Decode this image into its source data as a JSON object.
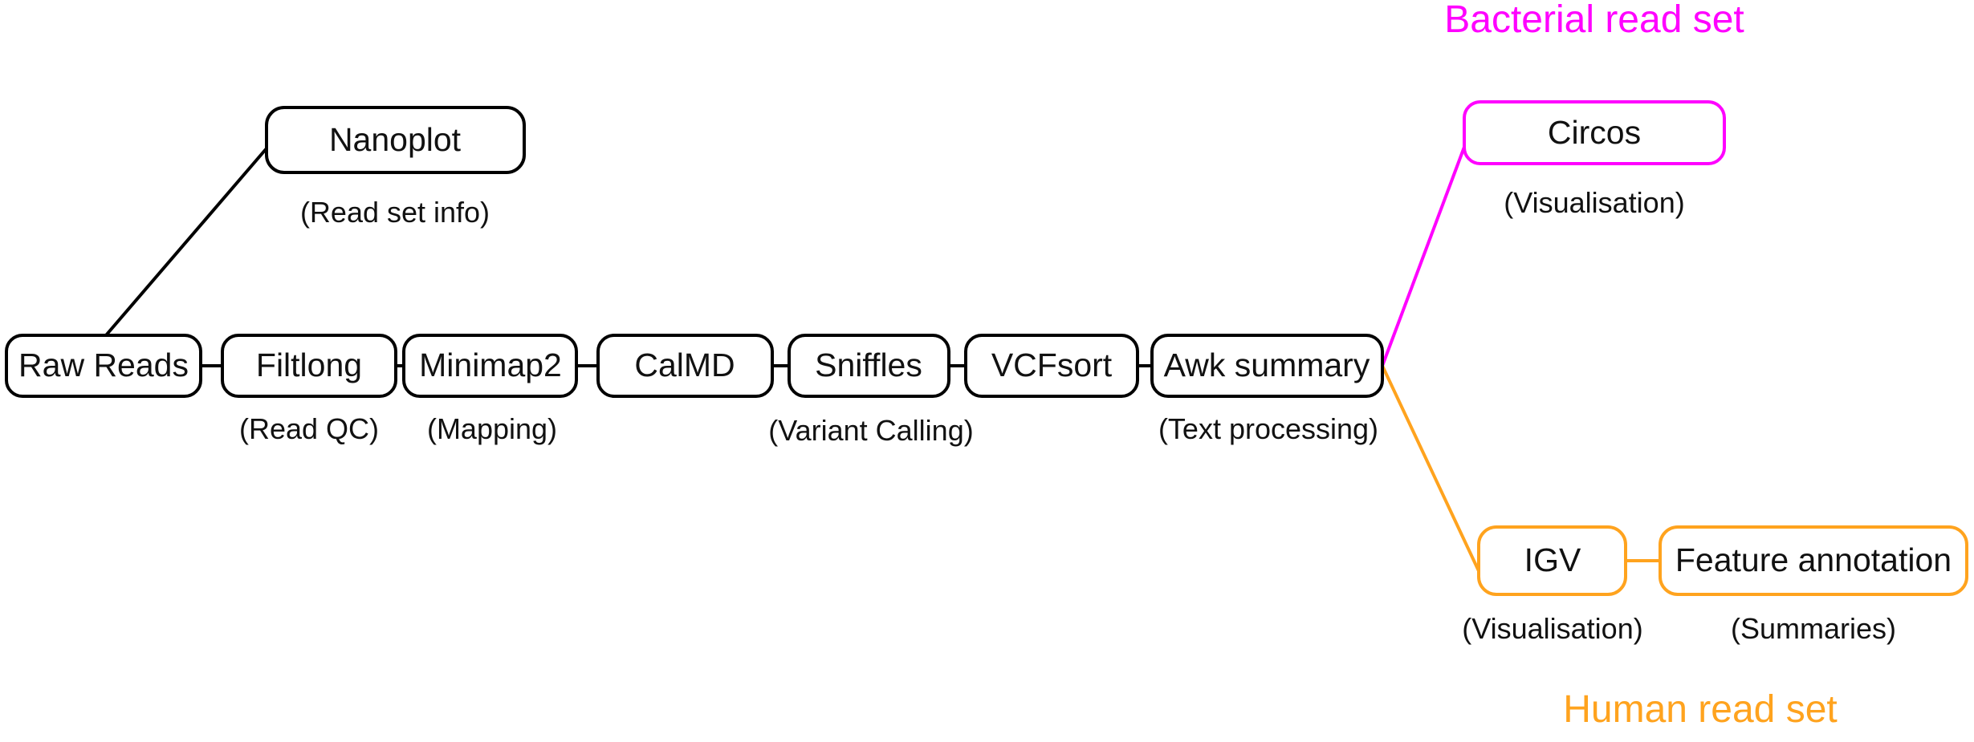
{
  "diagram": {
    "type": "pipeline-flowchart",
    "background_color": "#ffffff",
    "colors": {
      "default_stroke": "#000000",
      "text": "#111111",
      "bacterial_accent": "#ff00ff",
      "human_accent": "#ffa31e"
    },
    "groups": [
      {
        "id": "bacterial",
        "title": "Bacterial read set",
        "color": "#ff00ff"
      },
      {
        "id": "human",
        "title": "Human read set",
        "color": "#ffa31e"
      }
    ],
    "nodes": [
      {
        "id": "raw-reads",
        "label": "Raw Reads",
        "caption": "",
        "color": "#000000"
      },
      {
        "id": "nanoplot",
        "label": "Nanoplot",
        "caption": "(Read set info)",
        "color": "#000000"
      },
      {
        "id": "filtlong",
        "label": "Filtlong",
        "caption": "(Read QC)",
        "color": "#000000"
      },
      {
        "id": "minimap2",
        "label": "Minimap2",
        "caption": "(Mapping)",
        "color": "#000000"
      },
      {
        "id": "calmd",
        "label": "CalMD",
        "caption": "",
        "color": "#000000"
      },
      {
        "id": "sniffles",
        "label": "Sniffles",
        "caption": "(Variant Calling)",
        "color": "#000000"
      },
      {
        "id": "vcfsort",
        "label": "VCFsort",
        "caption": "",
        "color": "#000000"
      },
      {
        "id": "awk-summary",
        "label": "Awk summary",
        "caption": "(Text processing)",
        "color": "#000000"
      },
      {
        "id": "circos",
        "label": "Circos",
        "caption": "(Visualisation)",
        "color": "#ff00ff"
      },
      {
        "id": "igv",
        "label": "IGV",
        "caption": "(Visualisation)",
        "color": "#ffa31e"
      },
      {
        "id": "feature-annotation",
        "label": "Feature annotation",
        "caption": "(Summaries)",
        "color": "#ffa31e"
      }
    ],
    "edges": [
      {
        "from": "raw-reads",
        "to": "nanoplot",
        "color": "#000000"
      },
      {
        "from": "raw-reads",
        "to": "filtlong",
        "color": "#000000"
      },
      {
        "from": "filtlong",
        "to": "minimap2",
        "color": "#000000"
      },
      {
        "from": "minimap2",
        "to": "calmd",
        "color": "#000000"
      },
      {
        "from": "calmd",
        "to": "sniffles",
        "color": "#000000"
      },
      {
        "from": "sniffles",
        "to": "vcfsort",
        "color": "#000000"
      },
      {
        "from": "vcfsort",
        "to": "awk-summary",
        "color": "#000000"
      },
      {
        "from": "awk-summary",
        "to": "circos",
        "color": "#ff00ff"
      },
      {
        "from": "awk-summary",
        "to": "igv",
        "color": "#ffa31e"
      },
      {
        "from": "igv",
        "to": "feature-annotation",
        "color": "#ffa31e"
      }
    ]
  }
}
